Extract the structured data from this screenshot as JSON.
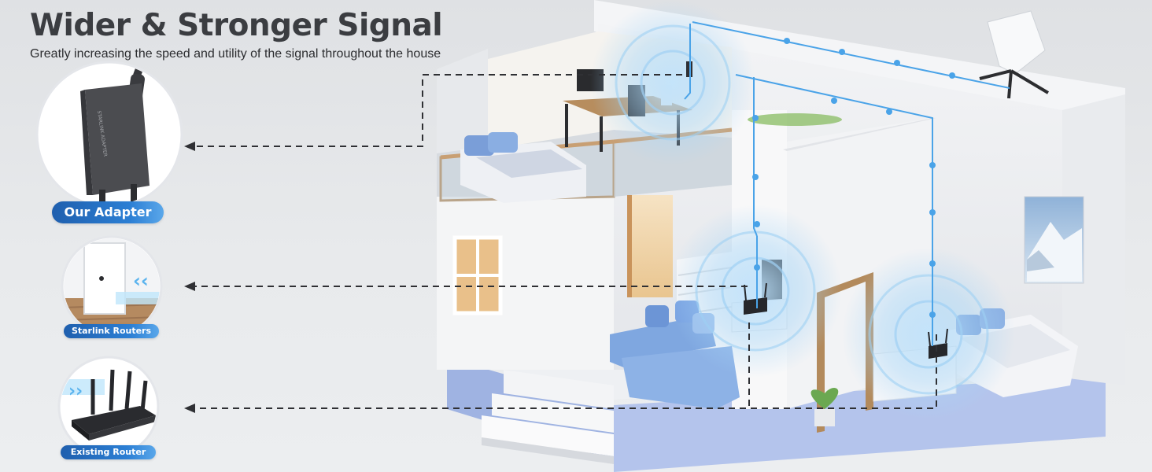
{
  "header": {
    "title": "Wider & Stronger Signal",
    "subtitle": "Greatly increasing the speed and utility of the signal throughout the house"
  },
  "products": [
    {
      "label": "Our Adapter",
      "icon": "adapter-icon"
    },
    {
      "label": "Starlink Routers",
      "icon": "starlink-router-icon"
    },
    {
      "label": "Existing Router",
      "icon": "router-icon"
    }
  ],
  "colors": {
    "title": "#3b3d41",
    "accent_blue": "#2c7fd4",
    "signal_line": "#4aa3e8",
    "sofa": "#7fa7e0",
    "house_base": "#9fb3e2"
  }
}
